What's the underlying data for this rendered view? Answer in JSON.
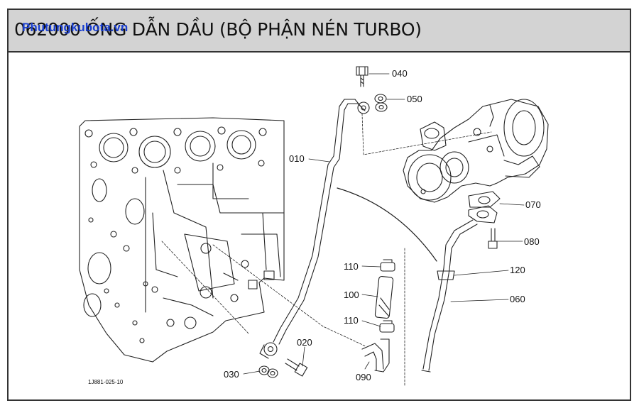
{
  "header": {
    "title": "062000 ỐNG DẪN DẦU (BỘ PHẬN NÉN TURBO)",
    "watermark": "Phutungkubota.vn"
  },
  "diagram": {
    "code": "1J881-025-10",
    "parts": [
      {
        "id": "040",
        "name": "bolt"
      },
      {
        "id": "050",
        "name": "gasket"
      },
      {
        "id": "010",
        "name": "oil-pipe"
      },
      {
        "id": "070",
        "name": "gasket"
      },
      {
        "id": "080",
        "name": "bolt"
      },
      {
        "id": "120",
        "name": "clamp"
      },
      {
        "id": "060",
        "name": "pipe"
      },
      {
        "id": "110a",
        "label": "110",
        "name": "hose-clamp"
      },
      {
        "id": "100",
        "name": "hose"
      },
      {
        "id": "110b",
        "label": "110",
        "name": "hose-clamp"
      },
      {
        "id": "020",
        "name": "bolt"
      },
      {
        "id": "030",
        "name": "gasket"
      },
      {
        "id": "090",
        "name": "pipe-elbow"
      }
    ]
  }
}
